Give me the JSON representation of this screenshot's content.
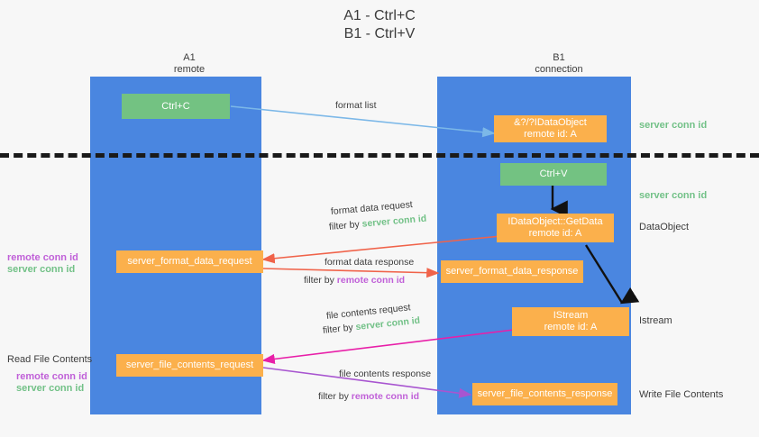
{
  "title": {
    "line1": "A1 - Ctrl+C",
    "line2": "B1 - Ctrl+V"
  },
  "columns": [
    {
      "name": "A1",
      "sub": "remote"
    },
    {
      "name": "B1",
      "sub": "connection"
    }
  ],
  "boxes": {
    "ctrl_c": "Ctrl+C",
    "ctrl_v": "Ctrl+V",
    "idataobject_title": "&?/?IDataObject",
    "idataobject_sub": "remote id: A",
    "getdata_title": "IDataObject::GetData",
    "getdata_sub": "remote id: A",
    "istream_title": "IStream",
    "istream_sub": "remote id: A",
    "server_format_data_request": "server_format_data_request",
    "server_format_data_response": "server_format_data_response",
    "server_file_contents_request": "server_file_contents_request",
    "server_file_contents_response": "server_file_contents_response"
  },
  "right_labels": {
    "server_conn_id_1": "server conn id",
    "server_conn_id_2": "server conn id",
    "dataobject": "DataObject",
    "istream": "Istream",
    "write_file_contents": "Write File Contents"
  },
  "left_labels": {
    "remote_conn_id_1": "remote conn id",
    "server_conn_id_1": "server conn id",
    "read_file_contents": "Read File Contents",
    "remote_conn_id_2": "remote conn id",
    "server_conn_id_2": "server conn id"
  },
  "edges": {
    "format_list": "format list",
    "format_data_request": "format data request",
    "format_data_request_filter_prefix": "filter by ",
    "format_data_request_filter_key": "server conn id",
    "format_data_response": "format data response",
    "format_data_response_filter_prefix": "filter by ",
    "format_data_response_filter_key": "remote conn id",
    "file_contents_request": "file contents request",
    "file_contents_request_filter_prefix": "filter by ",
    "file_contents_request_filter_key": "server conn id",
    "file_contents_response": "file contents response",
    "file_contents_response_filter_prefix": "filter by ",
    "file_contents_response_filter_key": "remote conn id"
  },
  "colors": {
    "lane": "#4a86e0",
    "green_box": "#73c282",
    "orange_box": "#fbb04c",
    "green_text": "#72c187",
    "purple_text": "#c060d8",
    "arrow_blue": "#7cb8e8",
    "arrow_red": "#f0634a",
    "arrow_magenta": "#e81fa8",
    "arrow_purple": "#a855d0",
    "arrow_black": "#111111",
    "divider": "#1a1a1a"
  }
}
